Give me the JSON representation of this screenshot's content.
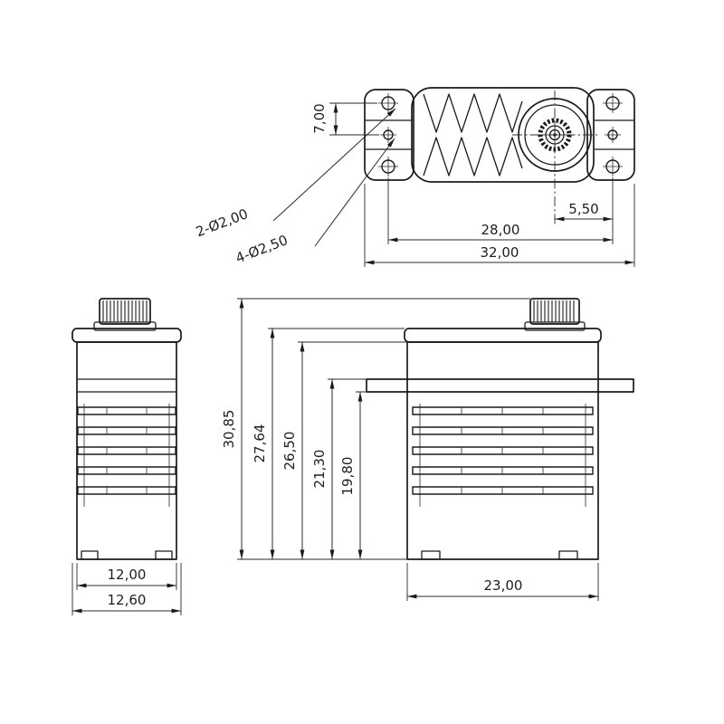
{
  "colors": {
    "line": "#1b1b1b",
    "background": "#ffffff"
  },
  "top_view": {
    "dim_hole_row_spacing": "7,00",
    "dim_shaft_to_hole": "5,50",
    "dim_hole_spacing": "28,00",
    "dim_overall_width": "32,00",
    "callout_small_holes": "2-Ø2,00",
    "callout_large_holes": "4-Ø2,50"
  },
  "side_view": {
    "dim_body_width": "12,00",
    "dim_flange_width": "12,60"
  },
  "front_view": {
    "dim_body_length": "23,00"
  },
  "height_dims": {
    "overall": "30,85",
    "below_shaft": "27,64",
    "body": "26,50",
    "flange_top": "21,30",
    "flange_bottom": "19,80"
  }
}
